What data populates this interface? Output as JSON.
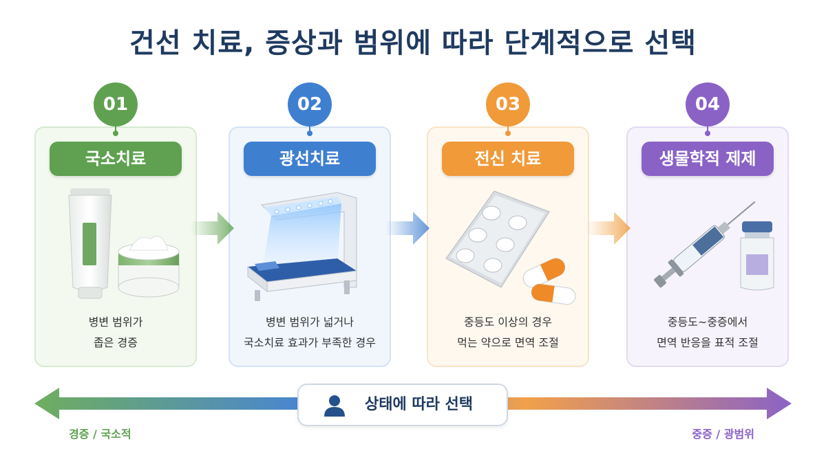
{
  "title": "건선 치료, 증상과 범위에 따라 단계적으로 선택",
  "colors": {
    "step1": "#5fa150",
    "step2": "#3f7fd0",
    "step3": "#f09a3a",
    "step4": "#8a62c6",
    "title": "#1f3a5f"
  },
  "steps": [
    {
      "number": "01",
      "label": "국소치료",
      "desc_line1": "병변 범위가",
      "desc_line2": "좁은 경증",
      "icon": "cream-tube-and-jar-icon"
    },
    {
      "number": "02",
      "label": "광선치료",
      "desc_line1": "병변 범위가 넓거나",
      "desc_line2": "국소치료 효과가 부족한 경우",
      "icon": "phototherapy-bed-icon"
    },
    {
      "number": "03",
      "label": "전신 치료",
      "desc_line1": "중등도 이상의 경우",
      "desc_line2": "먹는 약으로 면역 조절",
      "icon": "pill-blister-and-capsules-icon"
    },
    {
      "number": "04",
      "label": "생물학적 제제",
      "desc_line1": "중등도~중증에서",
      "desc_line2": "면역 반응을 표적 조절",
      "icon": "syringe-and-vial-icon"
    }
  ],
  "scale": {
    "center_label": "상태에 따라 선택",
    "left_end": "경증 / 국소적",
    "right_end": "중증 / 광범위"
  }
}
